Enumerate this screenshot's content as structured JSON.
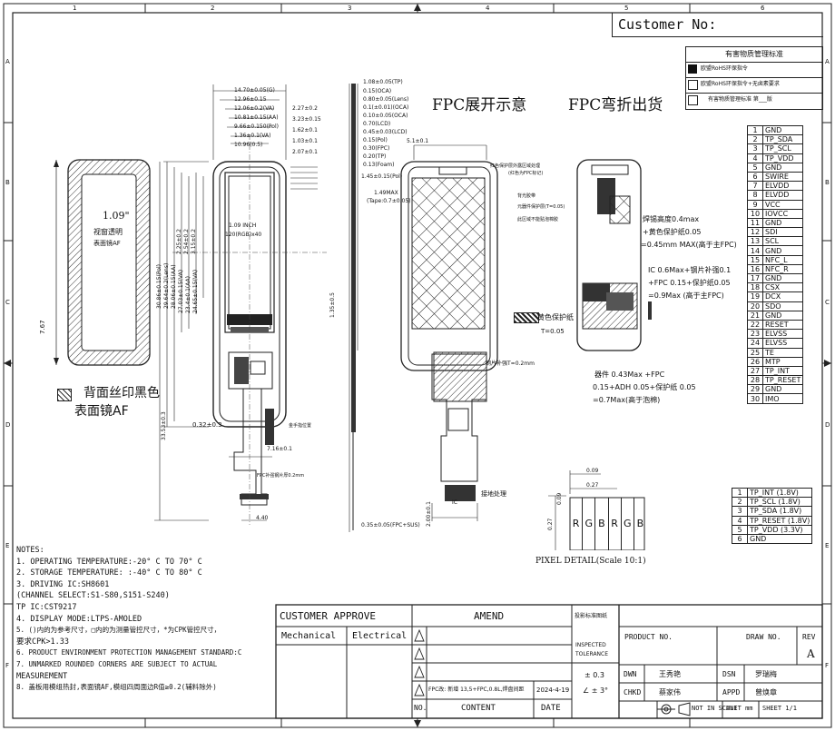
{
  "border": {
    "cols": [
      "1",
      "2",
      "3",
      "4",
      "5",
      "6"
    ],
    "rows": [
      "A",
      "B",
      "C",
      "D",
      "E",
      "F"
    ]
  },
  "customer_no": {
    "label": "Customer No:"
  },
  "hazard_box": {
    "title": "有害物质管理标准",
    "items": [
      "欧盟RoHS环保指令",
      "欧盟RoHS环保指令+无卤素要求",
      "有害物质管理标准  第___版"
    ]
  },
  "titles": {
    "fpc_unfold": "FPC展开示意",
    "fpc_fold": "FPC弯折出货"
  },
  "front_view": {
    "size_text": "1.09\"",
    "line2": "视窗透明",
    "line3": "表面镜AF",
    "dim_height": "7.67"
  },
  "panel": {
    "center_label": "1.09 INCH",
    "center_sub": "120(RGB)x40",
    "left_dims": [
      "2.25±0.2",
      "2.54±0.2",
      "3.15±0.2",
      "30.86±0.15(Pol)",
      "29.64±0.2(Lens)",
      "28.06±0.15(AA)",
      "27.03±0.15(VA)",
      "23.4±0.1(AA)",
      "24.65±0.15(VA)"
    ],
    "top_dims": [
      "14.70±0.05(G)",
      "12.96±0.15",
      "12.06±0.2(VA)",
      "10.81±0.15(AA)",
      "9.66±0.150(Pol)",
      "1.36±0.1(VA)",
      "10.96(0.5)"
    ],
    "right_dims": [
      "2.27±0.2",
      "3.23±0.15",
      "1.62±0.1",
      "1.03±0.1",
      "2.07±0.1"
    ],
    "height_total": "33.53±0.3",
    "dim_032": "0.32±0.3",
    "dim_216": "7.16±0.1",
    "dim_fpc_w": "4.40",
    "note_pad": "金手指位置",
    "note_gold": "FPC补强钢片厚0.2mm",
    "fold_dim": "1.35±0.5"
  },
  "side_dims": [
    "1.08±0.05(TP)",
    "0.15(OCA)",
    "0.80±0.05(Lens)",
    "0.1(±0.01)(OCA)",
    "0.10±0.05(OCA)",
    "0.70(LCD)",
    "0.45±0.03(LCD)",
    "0.15(Pol)",
    "0.30(FPC)",
    "0.20(TP)",
    "0.13(Foam)",
    "1.45±0.15(Pol)"
  ],
  "side_labels": [
    "1.49MAX",
    "(Tape:0.7±0.05)",
    "0.35±0.05(FPC+SUS)"
  ],
  "fpc_unfold": {
    "dim_top": "5.1±0.1",
    "note_stiffener": "钢片补强T=0.2mm",
    "note_ground": "接地处理",
    "dim_bottom": "2.00±0.1",
    "ic_label": "IC"
  },
  "fpc_fold": {
    "notes_top": [
      "焊锡高度0.4max",
      "+黄色保护纸0.05",
      "=0.45mm MAX(高于主FPC)"
    ],
    "notes_mid": [
      "IC 0.6Max+钢片补强0.1",
      "+FPC 0.15+保护纸0.05",
      "=0.9Max (高于主FPC)"
    ],
    "notes_bot": [
      "器件 0.43Max +FPC",
      "0.15+ADH 0.05+保护纸 0.05",
      "=0.7Max(高于泡棉)"
    ],
    "note_yellow": "黄色保护纸",
    "note_t": "T=0.05",
    "note_foam": "双面胶T=0.05",
    "small_notes": [
      "红色保护层外露区域处理",
      "(红色为FPC标记)",
      "背光胶带",
      "元器件保护层(T=0.05)",
      "此区域不能贴泡棉胶"
    ]
  },
  "pixel_detail": {
    "pixels": [
      "R",
      "G",
      "B",
      "R",
      "G",
      "B"
    ],
    "dim_w1": "0.09",
    "dim_w2": "0.27",
    "dim_h": "0.09",
    "dim_v": "0.27",
    "caption": "PIXEL DETAIL(Scale 10:1)"
  },
  "pin_table": [
    [
      "1",
      "GND"
    ],
    [
      "2",
      "TP_SDA"
    ],
    [
      "3",
      "TP_SCL"
    ],
    [
      "4",
      "TP_VDD"
    ],
    [
      "5",
      "GND"
    ],
    [
      "6",
      "SWIRE"
    ],
    [
      "7",
      "ELVDD"
    ],
    [
      "8",
      "ELVDD"
    ],
    [
      "9",
      "VCC"
    ],
    [
      "10",
      "IOVCC"
    ],
    [
      "11",
      "GND"
    ],
    [
      "12",
      "SDI"
    ],
    [
      "13",
      "SCL"
    ],
    [
      "14",
      "GND"
    ],
    [
      "15",
      "NFC_L"
    ],
    [
      "16",
      "NFC_R"
    ],
    [
      "17",
      "GND"
    ],
    [
      "18",
      "CSX"
    ],
    [
      "19",
      "DCX"
    ],
    [
      "20",
      "SDO"
    ],
    [
      "21",
      "GND"
    ],
    [
      "22",
      "RESET"
    ],
    [
      "23",
      "ELVSS"
    ],
    [
      "24",
      "ELVSS"
    ],
    [
      "25",
      "TE"
    ],
    [
      "26",
      "MTP"
    ],
    [
      "27",
      "TP_INT"
    ],
    [
      "28",
      "TP_RESET"
    ],
    [
      "29",
      "GND"
    ],
    [
      "30",
      "IMO"
    ]
  ],
  "tp_table": [
    [
      "1",
      "TP_INT (1.8V)"
    ],
    [
      "2",
      "TP_SCL (1.8V)"
    ],
    [
      "3",
      "TP_SDA (1.8V)"
    ],
    [
      "4",
      "TP_RESET (1.8V)"
    ],
    [
      "5",
      "TP_VDD (3.3V)"
    ],
    [
      "6",
      "GND"
    ]
  ],
  "legend": {
    "text1": "背面丝印黑色",
    "text2": "表面镜AF"
  },
  "notes": {
    "heading": "NOTES:",
    "lines": [
      "1.  OPERATING TEMPERATURE:-20° C TO 70° C",
      "2.  STORAGE TEMPERATURE: :-40° C TO 80° C",
      "3.  DRIVING IC:SH8601",
      "     (CHANNEL SELECT:S1-S80,S151-S240)",
      "     TP IC:CST9217",
      "4.  DISPLAY MODE:LTPS-AMOLED",
      "5.  ()内的为参考尺寸，□内的为测量管控尺寸，*为CPK管控尺寸，",
      "要求CPK>1.33",
      "6.  PRODUCT ENVIRONMENT PROTECTION MANAGEMENT STANDARD:C",
      "7.  UNMARKED ROUNDED CORNERS ARE SUBJECT TO ACTUAL",
      "MEASUREMENT",
      "8.  盖板用模组热封,表面镜AF,模组四周面边R值≥0.2(辅料除外)"
    ]
  },
  "title_block": {
    "customer_approve": "CUSTOMER APPROVE",
    "mechanical": "Mechanical",
    "electrical": "Electrical",
    "amend": "AMEND",
    "amend_row": "FPC改: 新增 13,5+FPC,0.8L,焊盘间距",
    "amend_date": "2024-4-19",
    "col_no": "NO.",
    "col_content": "CONTENT",
    "col_date": "DATE",
    "projection": "投影标准图纸",
    "inspect": "INSPECTED",
    "tolerance": "TOLERANCE",
    "tol_lin": "± 0.3",
    "tol_ang": "∠ ± 3°",
    "product_no": "PRODUCT NO.",
    "draw_no": "DRAW NO.",
    "rev": "REV",
    "rev_val": "A",
    "dwn": "DWN",
    "dwn_name": "王秀艳",
    "dsn": "DSN",
    "dsn_name": "罗瑞梅",
    "chkd": "CHKD",
    "chkd_name": "蔡家伟",
    "appd": "APPD",
    "appd_name": "曾焕章",
    "not_to_scale": "NOT IN SCALE",
    "unit": "UNIT mm",
    "sheet": "SHEET  1/1"
  }
}
